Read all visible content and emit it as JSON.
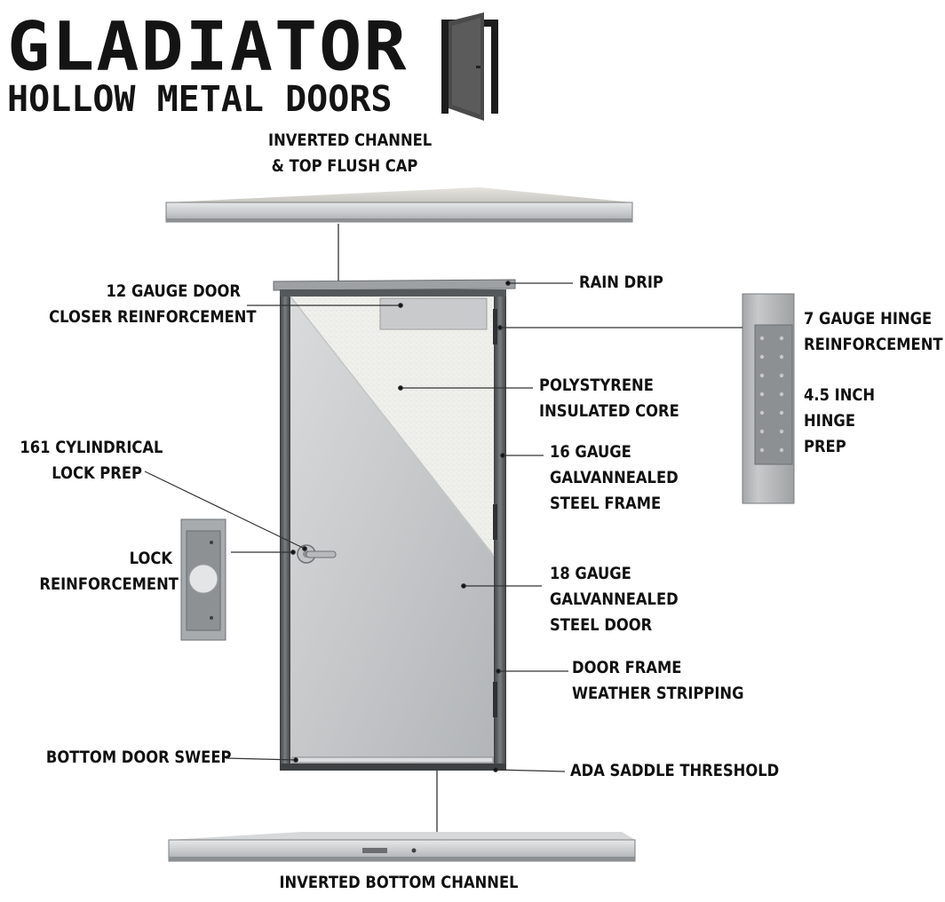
{
  "brand": {
    "title": "GLADIATOR",
    "subtitle": "HOLLOW METAL DOORS",
    "logo_icon": "open-door-icon"
  },
  "labels": {
    "top_channel": [
      "INVERTED CHANNEL",
      "& TOP FLUSH CAP"
    ],
    "rain_drip": [
      "RAIN DRIP"
    ],
    "closer_reinforcement": [
      "12 GAUGE DOOR",
      "CLOSER REINFORCEMENT"
    ],
    "hinge_reinforcement": [
      "7 GAUGE HINGE",
      "REINFORCEMENT"
    ],
    "hinge_prep": [
      "4.5 INCH",
      "HINGE",
      "PREP"
    ],
    "insulated_core": [
      "POLYSTYRENE",
      "INSULATED CORE"
    ],
    "lock_prep": [
      "161 CYLINDRICAL",
      "LOCK PREP"
    ],
    "steel_frame": [
      "16 GAUGE",
      "GALVANNEALED",
      "STEEL FRAME"
    ],
    "lock_reinforcement": [
      "LOCK",
      "REINFORCEMENT"
    ],
    "steel_door": [
      "18 GAUGE",
      "GALVANNEALED",
      "STEEL DOOR"
    ],
    "weather_stripping": [
      "DOOR FRAME",
      "WEATHER STRIPPING"
    ],
    "door_sweep": [
      "BOTTOM DOOR SWEEP"
    ],
    "threshold": [
      "ADA SADDLE THRESHOLD"
    ],
    "bottom_channel": [
      "INVERTED BOTTOM CHANNEL"
    ]
  },
  "colors": {
    "text": "#111111",
    "steel": "#b9bcbe",
    "steel_dark": "#5e6163",
    "frame": "#4a4c4e",
    "core": "#eeeeea"
  }
}
